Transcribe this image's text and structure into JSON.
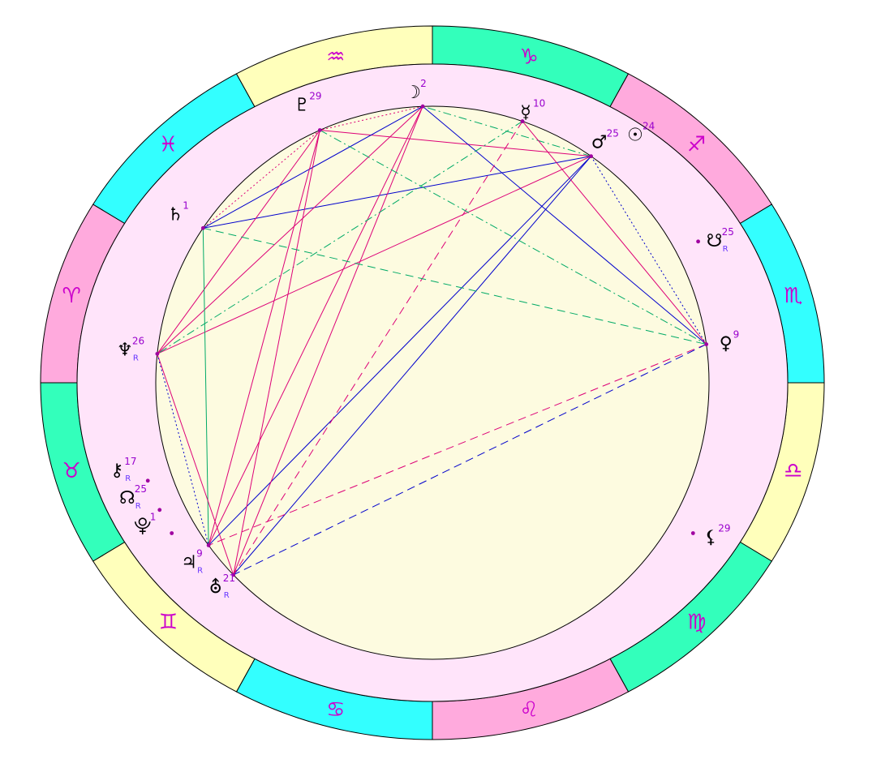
{
  "colors": {
    "zodiac_ring": [
      "#33ffbb",
      "#ffaadd",
      "#33ffff",
      "#ffffbb"
    ],
    "sign_glyph": "#cc00cc",
    "house_band": "#ffe4fa",
    "inner_disc": "#fdfbe0",
    "planet_glyph": "#000000",
    "degree_text": "#9900cc",
    "retro_text": "#6633ff",
    "aspect_red": "#dd0077",
    "aspect_blue": "#0000cc",
    "aspect_green": "#00aa66"
  },
  "signs": [
    {
      "name": "capricorn",
      "glyph": "♑"
    },
    {
      "name": "sagittarius",
      "glyph": "♐"
    },
    {
      "name": "scorpio",
      "glyph": "♏"
    },
    {
      "name": "libra",
      "glyph": "♎"
    },
    {
      "name": "virgo",
      "glyph": "♍"
    },
    {
      "name": "leo",
      "glyph": "♌"
    },
    {
      "name": "cancer",
      "glyph": "♋"
    },
    {
      "name": "gemini",
      "glyph": "♊"
    },
    {
      "name": "taurus",
      "glyph": "♉"
    },
    {
      "name": "aries",
      "glyph": "♈"
    },
    {
      "name": "pisces",
      "glyph": "♓"
    },
    {
      "name": "aquarius",
      "glyph": "♒"
    }
  ],
  "points": [
    {
      "name": "moon",
      "glyph": "☽",
      "degree": "2",
      "retro": false
    },
    {
      "name": "mercury",
      "glyph": "☿",
      "degree": "10",
      "retro": false
    },
    {
      "name": "sun",
      "glyph": "☉",
      "degree": "24",
      "retro": false
    },
    {
      "name": "mars",
      "glyph": "♂",
      "degree": "25",
      "retro": false
    },
    {
      "name": "south-node",
      "glyph": "☋",
      "degree": "25",
      "retro": true
    },
    {
      "name": "venus",
      "glyph": "♀",
      "degree": "9",
      "retro": false
    },
    {
      "name": "lilith",
      "glyph": "⚸",
      "degree": "29",
      "retro": false
    },
    {
      "name": "uranus",
      "glyph": "⛢",
      "degree": "21",
      "retro": true
    },
    {
      "name": "jupiter",
      "glyph": "♃",
      "degree": "9",
      "retro": true
    },
    {
      "name": "proserpina",
      "glyph": "⯓",
      "degree": "1",
      "retro": false
    },
    {
      "name": "north-node",
      "glyph": "☊",
      "degree": "25",
      "retro": true
    },
    {
      "name": "chiron",
      "glyph": "⚷",
      "degree": "17",
      "retro": true
    },
    {
      "name": "neptune",
      "glyph": "♆",
      "degree": "26",
      "retro": true
    },
    {
      "name": "saturn",
      "glyph": "♄",
      "degree": "1",
      "retro": false
    },
    {
      "name": "pluto",
      "glyph": "♇",
      "degree": "29",
      "retro": false
    }
  ],
  "retro_label": "R",
  "aspects": [
    {
      "a": "mars",
      "b": "saturn",
      "color": "blue",
      "style": "solid"
    },
    {
      "a": "mars",
      "b": "uranus",
      "color": "blue",
      "style": "solid"
    },
    {
      "a": "mars",
      "b": "neptune",
      "color": "red",
      "style": "solid"
    },
    {
      "a": "mars",
      "b": "pluto",
      "color": "red",
      "style": "solid"
    },
    {
      "a": "mars",
      "b": "jupiter",
      "color": "blue",
      "style": "solid"
    },
    {
      "a": "mars",
      "b": "venus",
      "color": "blue",
      "style": "dotted"
    },
    {
      "a": "mars",
      "b": "moon",
      "color": "green",
      "style": "dashdot"
    },
    {
      "a": "moon",
      "b": "pluto",
      "color": "red",
      "style": "dotted"
    },
    {
      "a": "moon",
      "b": "uranus",
      "color": "red",
      "style": "solid"
    },
    {
      "a": "moon",
      "b": "neptune",
      "color": "red",
      "style": "solid"
    },
    {
      "a": "moon",
      "b": "venus",
      "color": "blue",
      "style": "solid"
    },
    {
      "a": "moon",
      "b": "jupiter",
      "color": "red",
      "style": "solid"
    },
    {
      "a": "moon",
      "b": "saturn",
      "color": "blue",
      "style": "solid"
    },
    {
      "a": "mercury",
      "b": "venus",
      "color": "red",
      "style": "solid"
    },
    {
      "a": "mercury",
      "b": "neptune",
      "color": "green",
      "style": "dashdot"
    },
    {
      "a": "mercury",
      "b": "uranus",
      "color": "red",
      "style": "dashed"
    },
    {
      "a": "pluto",
      "b": "venus",
      "color": "green",
      "style": "dashdot"
    },
    {
      "a": "pluto",
      "b": "jupiter",
      "color": "red",
      "style": "solid"
    },
    {
      "a": "pluto",
      "b": "saturn",
      "color": "red",
      "style": "dotted"
    },
    {
      "a": "pluto",
      "b": "uranus",
      "color": "red",
      "style": "solid"
    },
    {
      "a": "pluto",
      "b": "neptune",
      "color": "red",
      "style": "solid"
    },
    {
      "a": "saturn",
      "b": "venus",
      "color": "green",
      "style": "dashed"
    },
    {
      "a": "saturn",
      "b": "jupiter",
      "color": "green",
      "style": "solid"
    },
    {
      "a": "neptune",
      "b": "uranus",
      "color": "red",
      "style": "solid"
    },
    {
      "a": "neptune",
      "b": "jupiter",
      "color": "blue",
      "style": "dotted"
    },
    {
      "a": "venus",
      "b": "jupiter",
      "color": "red",
      "style": "dashed"
    },
    {
      "a": "venus",
      "b": "uranus",
      "color": "blue",
      "style": "dashed"
    }
  ]
}
